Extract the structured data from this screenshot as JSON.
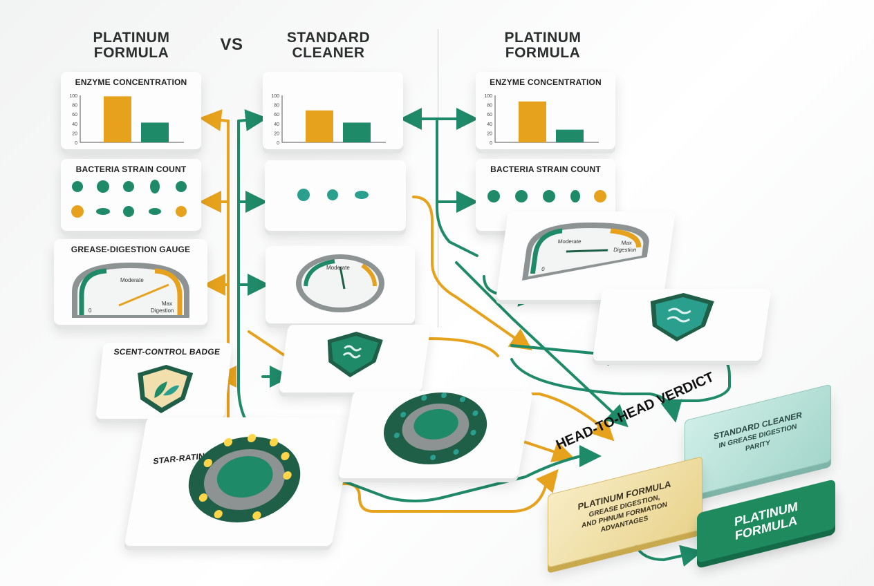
{
  "headers": {
    "left": "PLATINUM\nFORMULA",
    "vs": "VS",
    "middle": "STANDARD\nCLEANER",
    "right": "PLATINUM\nFORMULA"
  },
  "cards": {
    "enzyme_title": "ENZYME CONCENTRATION",
    "bacteria_title": "BACTERIA STRAIN COUNT",
    "gauge_title": "GREASE-DIGESTION GAUGE",
    "scent_title": "SCENT-CONTROL BADGE",
    "star_title": "STAR-RATING DIALS"
  },
  "gauge_labels": {
    "moderate": "Moderate",
    "max_line1": "Max",
    "max_line2": "Digestion",
    "zero": "0"
  },
  "chart_data": [
    {
      "type": "bar",
      "panel": "left",
      "categories": [
        "",
        ""
      ],
      "values": [
        98,
        42
      ],
      "ylim": [
        0,
        100
      ],
      "yticks": [
        0,
        20,
        40,
        60,
        80,
        100
      ]
    },
    {
      "type": "bar",
      "panel": "middle",
      "categories": [
        "",
        ""
      ],
      "values": [
        68,
        42
      ],
      "ylim": [
        0,
        100
      ],
      "yticks": [
        0,
        20,
        40,
        60,
        80,
        100
      ]
    },
    {
      "type": "bar",
      "panel": "right",
      "categories": [
        "",
        ""
      ],
      "values": [
        87,
        27
      ],
      "ylim": [
        0,
        100
      ],
      "yticks": [
        0,
        20,
        40,
        60,
        80,
        100
      ]
    }
  ],
  "verdict": {
    "title": "HEAD-TO-HEAD VERDICT",
    "standard_line1": "STANDARD CLEANER",
    "standard_line2": "IN GREASE DIGESTION",
    "standard_line3": "PARITY",
    "platinum_line1": "PLATINUM FORMULA",
    "platinum_line2": "GREASE DIGESTION,",
    "platinum_line3": "AND PHNUM FORMATION",
    "platinum_line4": "ADVANTAGES",
    "winner": "PLATINUM\nFORMULA"
  },
  "colors": {
    "gold": "#e6a21c",
    "green": "#1f8a68",
    "teal": "#2a9f8e",
    "dark_green": "#1f5e47",
    "winner_bg": "#1e8a5e"
  }
}
